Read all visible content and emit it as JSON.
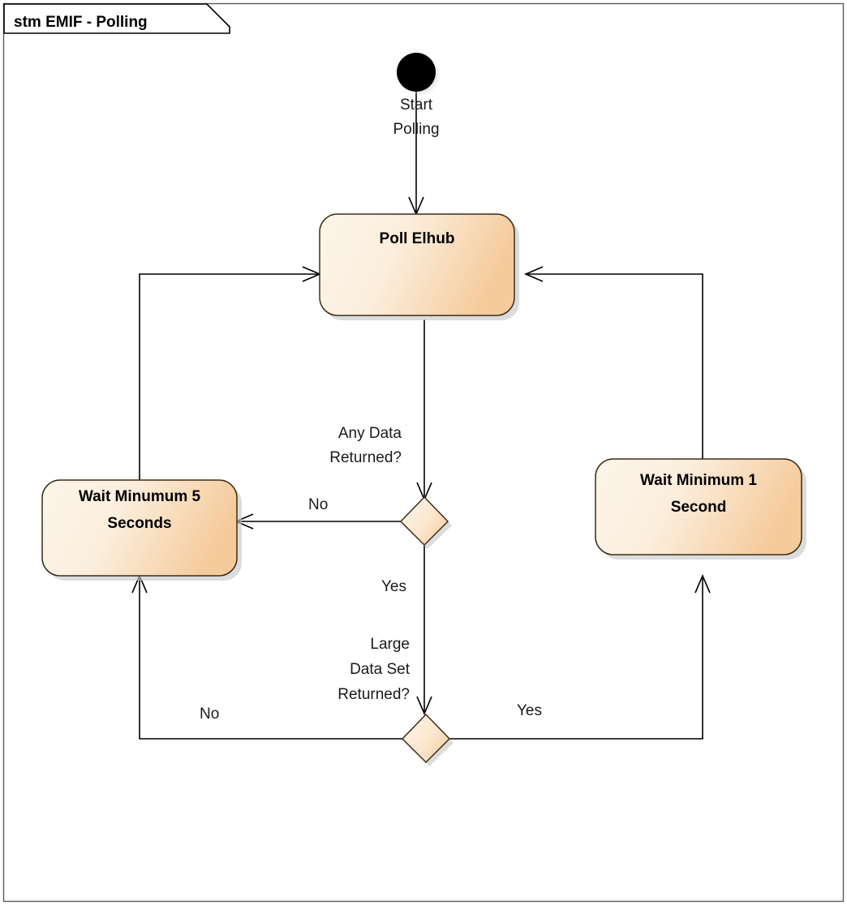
{
  "diagram": {
    "frame_title": "stm EMIF - Polling",
    "type": "uml-state-machine",
    "colors": {
      "fill_light": "#fdf4e8",
      "fill_dark": "#f6cfa3",
      "outline": "#3d2d17",
      "shadow": "#c9c9c9",
      "line": "#000000",
      "text": "#000000",
      "frame_border": "#5a5a5a",
      "background": "#ffffff"
    },
    "nodes": {
      "initial": {
        "kind": "initial-pseudostate",
        "label_line1": "Start",
        "label_line2": "Polling"
      },
      "poll_elhub": {
        "kind": "state",
        "label": "Poll Elhub"
      },
      "wait5": {
        "kind": "state",
        "label_line1": "Wait Minumum 5",
        "label_line2": "Seconds"
      },
      "wait1": {
        "kind": "state",
        "label_line1": "Wait Minimum 1",
        "label_line2": "Second"
      },
      "decision_any_data": {
        "kind": "decision",
        "label_line1": "Any Data",
        "label_line2": "Returned?"
      },
      "decision_large_set": {
        "kind": "decision",
        "label_line1": "Large",
        "label_line2": "Data Set",
        "label_line3": "Returned?"
      }
    },
    "edges": [
      {
        "from": "initial",
        "to": "poll_elhub",
        "label": ""
      },
      {
        "from": "poll_elhub",
        "to": "decision_any_data",
        "label": ""
      },
      {
        "from": "decision_any_data",
        "to": "wait5",
        "label": "No"
      },
      {
        "from": "decision_any_data",
        "to": "decision_large_set",
        "label": "Yes"
      },
      {
        "from": "decision_large_set",
        "to": "wait5",
        "label": "No"
      },
      {
        "from": "decision_large_set",
        "to": "wait1",
        "label": "Yes"
      },
      {
        "from": "wait5",
        "to": "poll_elhub",
        "label": ""
      },
      {
        "from": "wait1",
        "to": "poll_elhub",
        "label": ""
      }
    ],
    "edge_labels": {
      "no_any_data": "No",
      "yes_any_data": "Yes",
      "no_large_set": "No",
      "yes_large_set": "Yes"
    }
  }
}
